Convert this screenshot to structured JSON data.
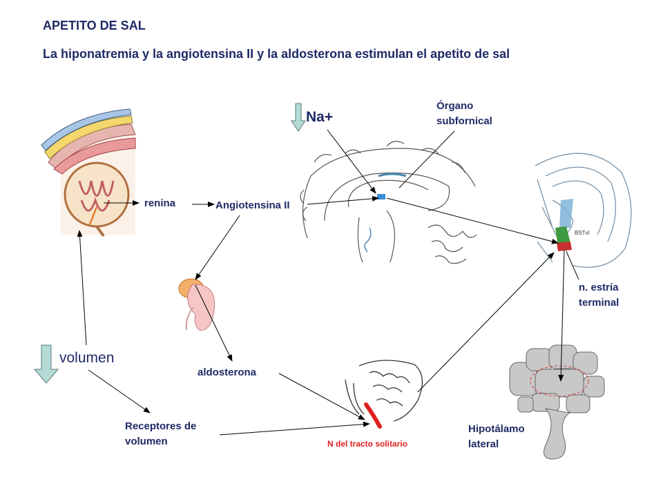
{
  "title": "APETITO DE SAL",
  "subtitle": "La hiponatremia y la angiotensina II y la aldosterona estimulan el apetito de sal",
  "labels": {
    "renina": "renina",
    "angiotensina": "Angiotensina II",
    "na": "Na+",
    "organo_line1": "Órgano",
    "organo_line2": "subfornical",
    "estria_line1": "n. estría",
    "estria_line2": "terminal",
    "volumen": "volumen",
    "aldosterona": "aldosterona",
    "receptores_line1": "Receptores de",
    "receptores_line2": "volumen",
    "nts": "N del tracto solitario",
    "hipotalamo_line1": "Hipotálamo",
    "hipotalamo_line2": "lateral"
  },
  "colors": {
    "text": "#1f2a66",
    "highlight": "#e02020",
    "arrow_fill": "#b4dcd7",
    "kidney": "#f6c6c6",
    "adrenal": "#f3b06a"
  },
  "icons": {
    "decrease_arrow": "down-arrow-icon"
  }
}
